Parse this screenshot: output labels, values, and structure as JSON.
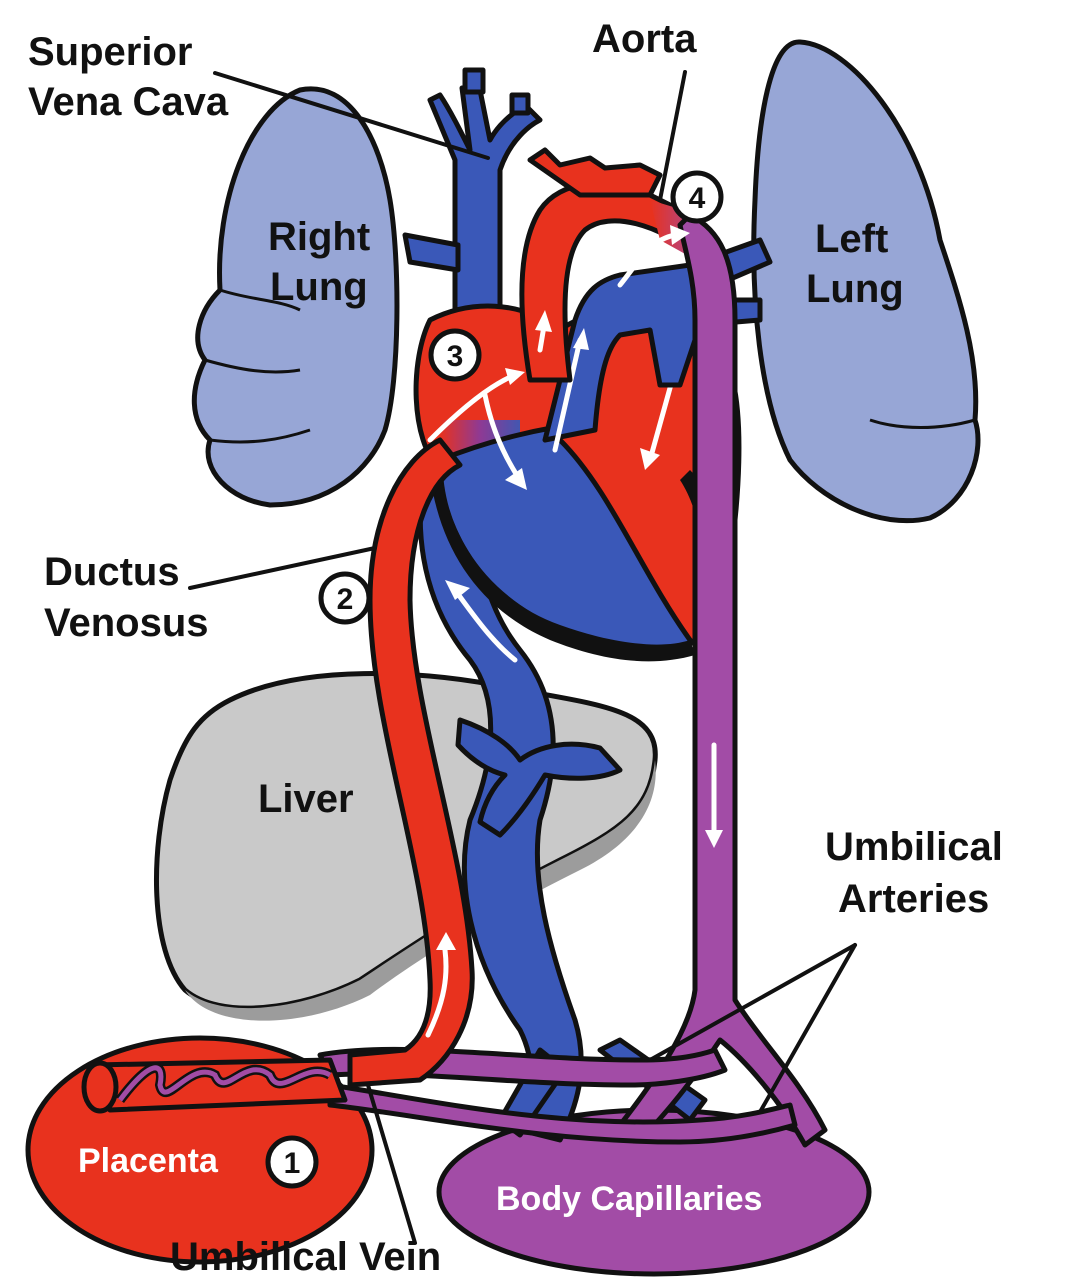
{
  "labels": {
    "superior_vena_cava_line1": "Superior",
    "superior_vena_cava_line2": "Vena Cava",
    "aorta": "Aorta",
    "right_lung_line1": "Right",
    "right_lung_line2": "Lung",
    "left_lung_line1": "Left",
    "left_lung_line2": "Lung",
    "ductus_venosus_line1": "Ductus",
    "ductus_venosus_line2": "Venosus",
    "liver": "Liver",
    "umbilical_arteries_line1": "Umbilical",
    "umbilical_arteries_line2": "Arteries",
    "placenta": "Placenta",
    "body_capillaries": "Body Capillaries",
    "umbilical_vein": "Umbilical Vein"
  },
  "markers": [
    "1",
    "2",
    "3",
    "4"
  ],
  "colors": {
    "oxygenated": "#e8321e",
    "deoxygenated": "#3a58b8",
    "mixed": "#a24ca6",
    "lung": "#97a6d6",
    "liver": "#c9c9c9"
  }
}
